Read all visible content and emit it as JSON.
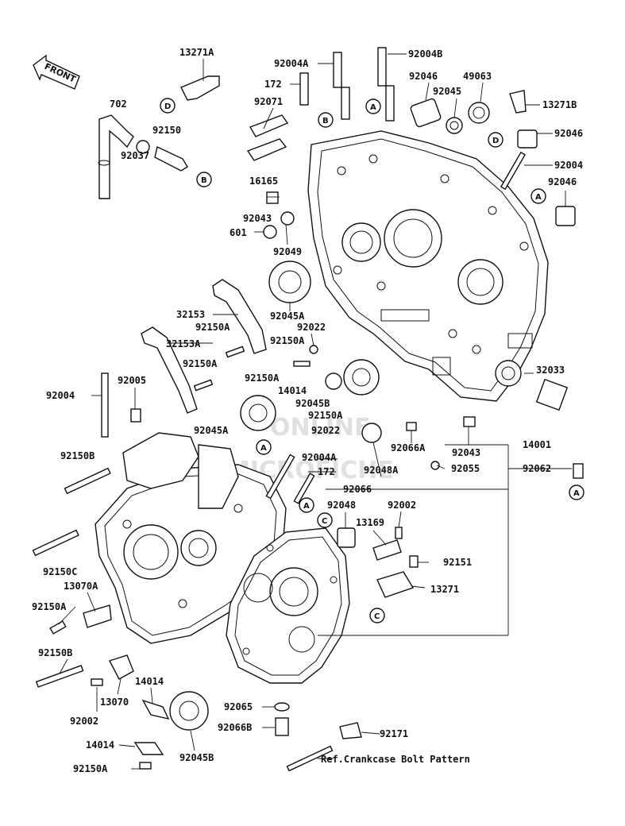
{
  "front_label": "FRONT",
  "reference_note": "Ref.Crankcase Bolt Pattern",
  "watermark": {
    "line1": "ONLINE",
    "line2": "MICROFICHE"
  },
  "callout_letters": {
    "A": "A",
    "B": "B",
    "C": "C",
    "D": "D"
  },
  "part_labels": {
    "p13271A": "13271A",
    "p92004A_top": "92004A",
    "p92004B": "92004B",
    "p702": "702",
    "p172_top": "172",
    "p92046_a": "92046",
    "p49063": "49063",
    "p92071": "92071",
    "p92045": "92045",
    "p13271B": "13271B",
    "p92150_top": "92150",
    "p92046_b": "92046",
    "p92037": "92037",
    "p92004_right": "92004",
    "p16165": "16165",
    "p92046_c": "92046",
    "p92043_top": "92043",
    "p601": "601",
    "p92049": "92049",
    "p32153": "32153",
    "p92045A_top": "92045A",
    "p92150A_1": "92150A",
    "p92022_top": "92022",
    "p32153A": "32153A",
    "p92150A_2": "92150A",
    "p92150A_3": "92150A",
    "p32033": "32033",
    "p92150A_4": "92150A",
    "p14014_mid": "14014",
    "p92004_left": "92004",
    "p92005": "92005",
    "p92045B_mid": "92045B",
    "p92150A_5": "92150A",
    "p92045A_mid": "92045A",
    "p92022_mid": "92022",
    "p14001": "14001",
    "p92066A": "92066A",
    "p92043_mid": "92043",
    "p92150B_top": "92150B",
    "p92004A_mid": "92004A",
    "p92055": "92055",
    "p92048A": "92048A",
    "p92062": "92062",
    "p172_mid": "172",
    "p92066": "92066",
    "p92048": "92048",
    "p92002_top": "92002",
    "p13169": "13169",
    "p92150C": "92150C",
    "p92151": "92151",
    "p13070A": "13070A",
    "p13271": "13271",
    "p92150A_6": "92150A",
    "p92150B_bot": "92150B",
    "p14014_low": "14014",
    "p13070": "13070",
    "p92065": "92065",
    "p92002_bot": "92002",
    "p92066B": "92066B",
    "p92171": "92171",
    "p14014_bot": "14014",
    "p92045B_bot": "92045B",
    "p92150A_bot": "92150A"
  }
}
